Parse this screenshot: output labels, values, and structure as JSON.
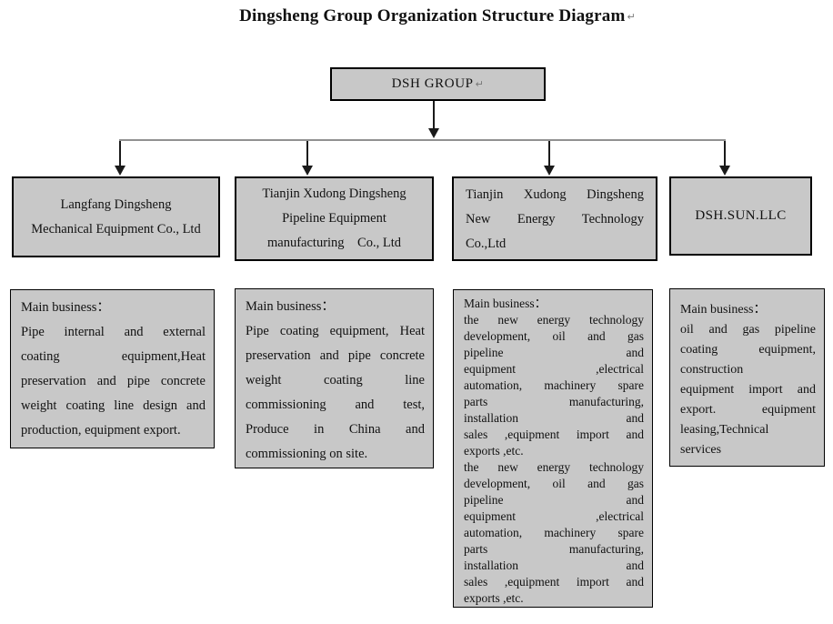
{
  "title": {
    "text": "Dingsheng Group Organization Structure Diagram",
    "paragraph_mark": "↵"
  },
  "root": {
    "label": "DSH GROUP",
    "paragraph_mark": "↵"
  },
  "colors": {
    "box_fill": "#c8c8c8",
    "box_border": "#000000",
    "connector_horizontal": "#919191",
    "connector_vertical": "#1a1a1a"
  },
  "branches": [
    {
      "company_lines": [
        "Langfang Dingsheng",
        "Mechanical Equipment Co., Ltd"
      ],
      "business": {
        "label": "Main business：",
        "lines": [
          "Pipe internal and external",
          "coating equipment,Heat",
          "preservation and pipe concrete",
          "weight coating line design and",
          "production, equipment export."
        ]
      }
    },
    {
      "company_lines": [
        "Tianjin Xudong Dingsheng",
        "Pipeline Equipment",
        "manufacturing　Co., Ltd"
      ],
      "business": {
        "label": "Main business：",
        "lines": [
          "Pipe coating equipment, Heat",
          "preservation and pipe concrete",
          "weight coating line",
          "commissioning and test,",
          "Produce in China and",
          "commissioning on site."
        ]
      }
    },
    {
      "company_lines": [
        "Tianjin Xudong Dingsheng",
        "New Energy Technology",
        "Co.,Ltd"
      ],
      "business": {
        "label": "Main business：",
        "paragraphs": [
          [
            "the new energy technology",
            "development, oil and gas",
            "pipeline and",
            "equipment ,electrical",
            "automation, machinery spare",
            "parts manufacturing,",
            "installation and",
            "sales ,equipment import and",
            "exports ,etc."
          ],
          [
            "the new energy technology",
            "development, oil and gas",
            "pipeline and",
            "equipment ,electrical",
            "automation, machinery spare",
            "parts manufacturing,",
            "installation and",
            "sales ,equipment import and",
            "exports ,etc."
          ]
        ]
      }
    },
    {
      "company_lines": [
        "DSH.SUN.LLC"
      ],
      "business": {
        "label": "Main business：",
        "lines": [
          "oil and gas pipeline",
          "coating equipment,",
          "construction",
          "equipment import and",
          "export. equipment",
          "leasing,Technical",
          "services"
        ]
      }
    }
  ]
}
